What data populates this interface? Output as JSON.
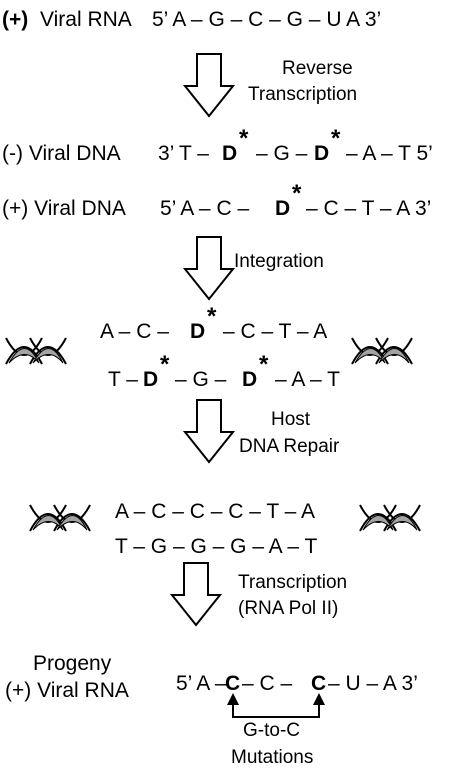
{
  "row1": {
    "sign": "(+)",
    "label": "Viral RNA",
    "seq": "5’  A – G – C – G – U     A 3’"
  },
  "step1": {
    "l1": "Reverse",
    "l2": "Transcription"
  },
  "row2": {
    "label": "(-) Viral DNA",
    "p1": "3’ T –",
    "D1": "D",
    "p2": "– G –",
    "D2": "D",
    "p3": "– A – T 5’"
  },
  "row3": {
    "label": "(+) Viral DNA",
    "p1": "5’ A – C –",
    "D1": "D",
    "p2": "– C – T – A 3’"
  },
  "step2": {
    "l1": "Integration"
  },
  "int_top": {
    "p1": "A – C –",
    "D1": "D",
    "p2": "– C – T – A"
  },
  "int_bot": {
    "p1": "T –",
    "D1": "D",
    "p2": "– G –",
    "D2": "D",
    "p3": "– A – T"
  },
  "step3": {
    "l1": "Host",
    "l2": "DNA Repair"
  },
  "rep_top": {
    "text": "A – C – C – C – T – A"
  },
  "rep_bot": {
    "text": "T – G – G – G – A – T"
  },
  "step4": {
    "l1": "Transcription",
    "l2": "(RNA Pol II)"
  },
  "final": {
    "l1": "Progeny",
    "l2": "(+) Viral RNA",
    "p1": "5’ A –",
    "C1": "C",
    "p2": "– C –",
    "C2": "C",
    "p3": "– U – A   3’"
  },
  "mutation": {
    "l1": "G-to-C",
    "l2": "Mutations"
  },
  "star_glyph": "*",
  "colors": {
    "helix": "#a3a3a3",
    "line": "#000000",
    "background": "#ffffff"
  }
}
